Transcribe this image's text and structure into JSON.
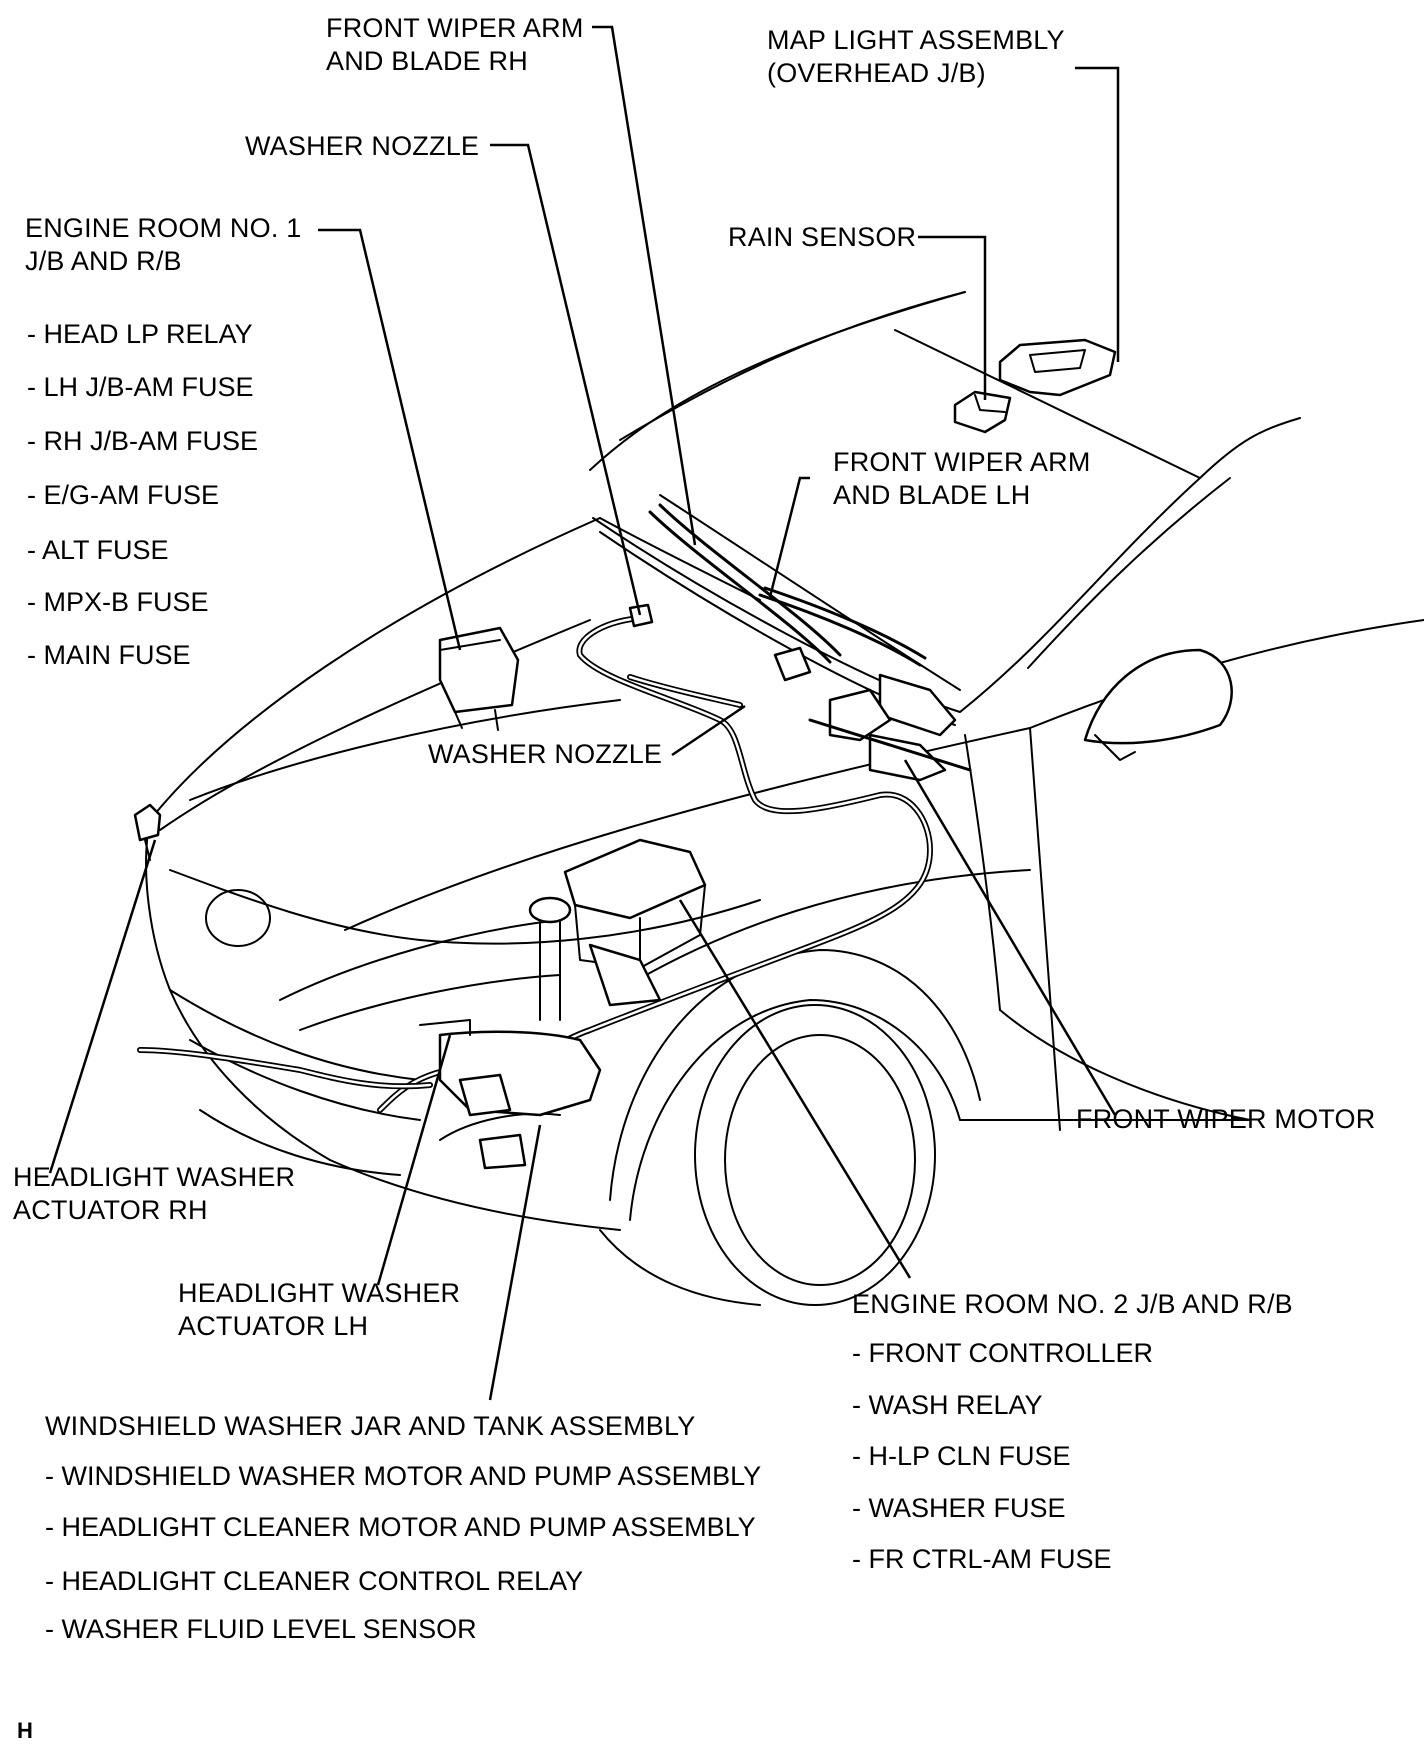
{
  "labels": {
    "front_wiper_arm_rh": [
      "FRONT WIPER ARM",
      "AND BLADE RH"
    ],
    "map_light": [
      "MAP LIGHT ASSEMBLY",
      "(OVERHEAD J/B)"
    ],
    "washer_nozzle_top": "WASHER NOZZLE",
    "engine_room_1": [
      "ENGINE ROOM NO. 1",
      "J/B AND R/B"
    ],
    "rain_sensor": "RAIN SENSOR",
    "front_wiper_arm_lh": [
      "FRONT WIPER ARM",
      "AND BLADE LH"
    ],
    "washer_nozzle_mid": "WASHER NOZZLE",
    "front_wiper_motor": "FRONT WIPER MOTOR",
    "headlight_washer_rh": [
      "HEADLIGHT WASHER",
      "ACTUATOR RH"
    ],
    "headlight_washer_lh": [
      "HEADLIGHT WASHER",
      "ACTUATOR LH"
    ],
    "engine_room_2": "ENGINE ROOM NO. 2 J/B AND R/B",
    "washer_jar": "WINDSHIELD WASHER JAR AND TANK ASSEMBLY"
  },
  "engine_room_1_items": [
    "- HEAD LP RELAY",
    "- LH J/B-AM FUSE",
    "- RH J/B-AM FUSE",
    "- E/G-AM FUSE",
    "- ALT FUSE",
    "- MPX-B FUSE",
    "- MAIN FUSE"
  ],
  "engine_room_2_items": [
    "-  FRONT CONTROLLER",
    "-  WASH RELAY",
    "-  H-LP CLN FUSE",
    "-  WASHER FUSE",
    "-  FR CTRL-AM FUSE"
  ],
  "washer_jar_items": [
    "-  WINDSHIELD WASHER MOTOR AND PUMP ASSEMBLY",
    "-  HEADLIGHT CLEANER MOTOR AND PUMP ASSEMBLY",
    "-  HEADLIGHT CLEANER CONTROL RELAY",
    "-  WASHER FLUID LEVEL SENSOR"
  ],
  "figure_code": "H"
}
